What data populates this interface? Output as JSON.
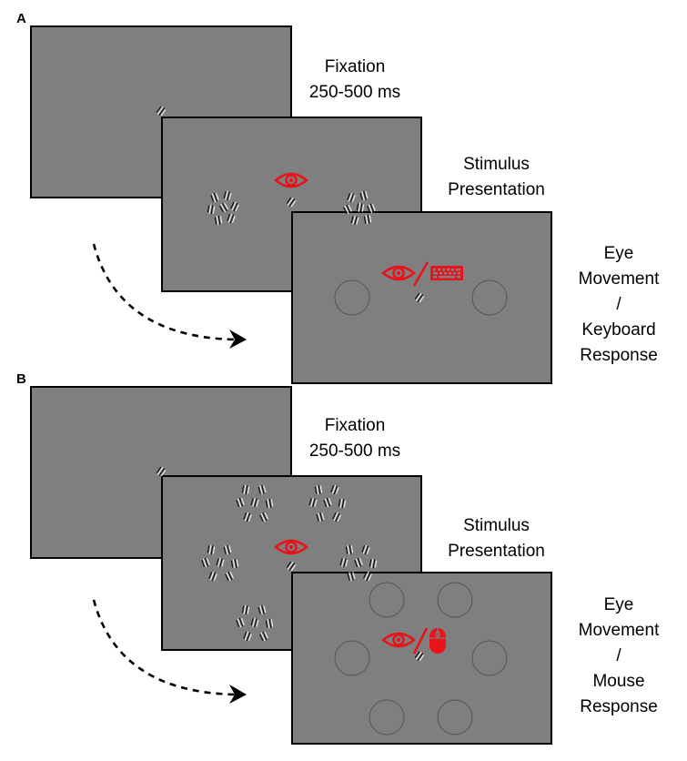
{
  "panels": [
    {
      "id": "A",
      "label": "A",
      "fixation": {
        "title": "Fixation",
        "duration": "250-500 ms"
      },
      "stimulus": {
        "line1": "Stimulus",
        "line2": "Presentation"
      },
      "response": {
        "line1": "Eye",
        "line2": "Movement",
        "line3": "/",
        "line4": "Keyboard",
        "line5": "Response"
      },
      "response_device_icon": "keyboard-icon",
      "gaze_icon": "eye-icon",
      "target_count": 2
    },
    {
      "id": "B",
      "label": "B",
      "fixation": {
        "title": "Fixation",
        "duration": "250-500 ms"
      },
      "stimulus": {
        "line1": "Stimulus",
        "line2": "Presentation"
      },
      "response": {
        "line1": "Eye",
        "line2": "Movement",
        "line3": "/",
        "line4": "Mouse",
        "line5": "Response"
      },
      "response_device_icon": "mouse-icon",
      "gaze_icon": "eye-icon",
      "target_count": 6
    }
  ],
  "colors": {
    "screen": "#7f7f7f",
    "icon": "#e8141b",
    "arrow": "#000000"
  }
}
